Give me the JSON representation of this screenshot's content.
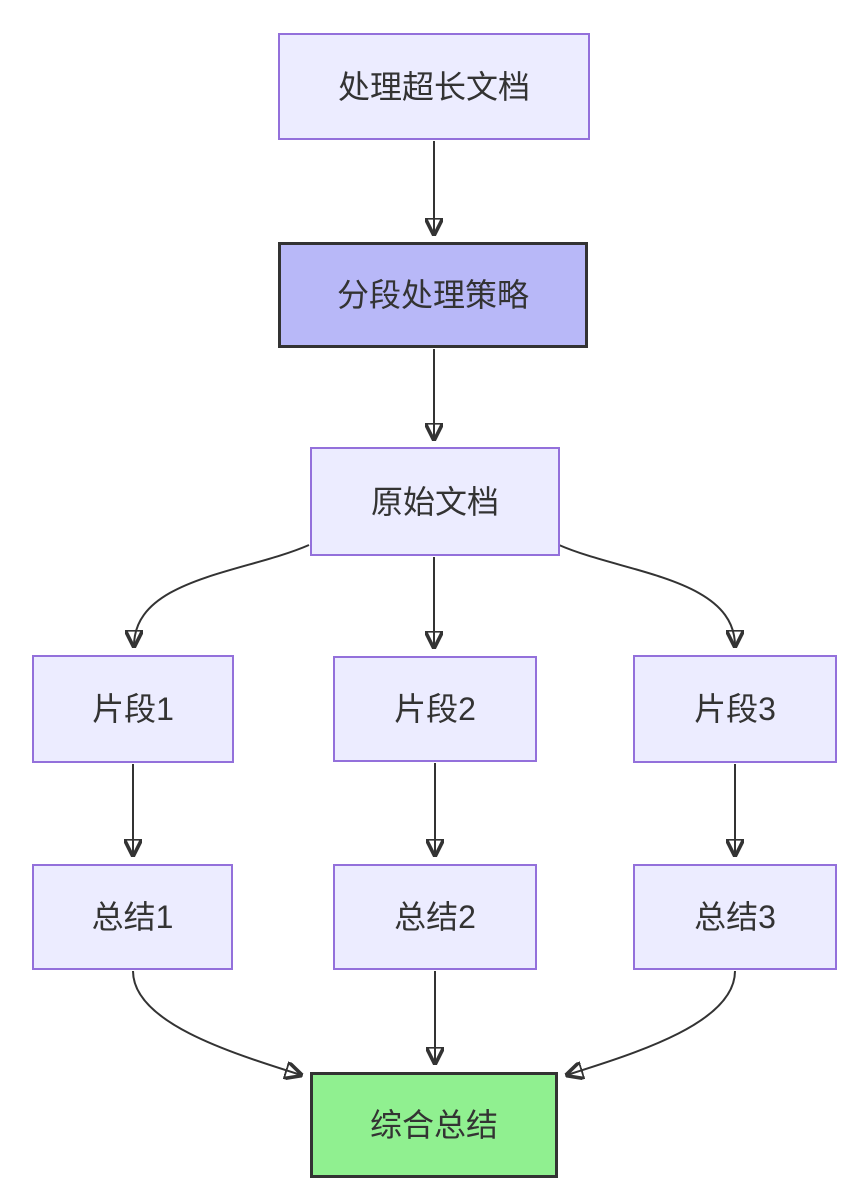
{
  "diagram": {
    "type": "flowchart",
    "direction": "top-down",
    "background_color": "#ffffff",
    "nodes": [
      {
        "id": "A",
        "label": "处理超长文档",
        "style": "default"
      },
      {
        "id": "B",
        "label": "分段处理策略",
        "style": "highlight-purple"
      },
      {
        "id": "C",
        "label": "原始文档",
        "style": "default"
      },
      {
        "id": "D1",
        "label": "片段1",
        "style": "default"
      },
      {
        "id": "D2",
        "label": "片段2",
        "style": "default"
      },
      {
        "id": "D3",
        "label": "片段3",
        "style": "default"
      },
      {
        "id": "E1",
        "label": "总结1",
        "style": "default"
      },
      {
        "id": "E2",
        "label": "总结2",
        "style": "default"
      },
      {
        "id": "E3",
        "label": "总结3",
        "style": "default"
      },
      {
        "id": "F",
        "label": "综合总结",
        "style": "highlight-green"
      }
    ],
    "edges": [
      {
        "from": "A",
        "to": "B"
      },
      {
        "from": "B",
        "to": "C"
      },
      {
        "from": "C",
        "to": "D1"
      },
      {
        "from": "C",
        "to": "D2"
      },
      {
        "from": "C",
        "to": "D3"
      },
      {
        "from": "D1",
        "to": "E1"
      },
      {
        "from": "D2",
        "to": "E2"
      },
      {
        "from": "D3",
        "to": "E3"
      },
      {
        "from": "E1",
        "to": "F"
      },
      {
        "from": "E2",
        "to": "F"
      },
      {
        "from": "E3",
        "to": "F"
      }
    ],
    "colors": {
      "node_fill": "#ececff",
      "node_border": "#9370db",
      "highlight_purple_fill": "#b8b8f8",
      "highlight_green_fill": "#90f090",
      "highlight_border": "#333333",
      "edge_stroke": "#333333",
      "text": "#333333"
    }
  }
}
